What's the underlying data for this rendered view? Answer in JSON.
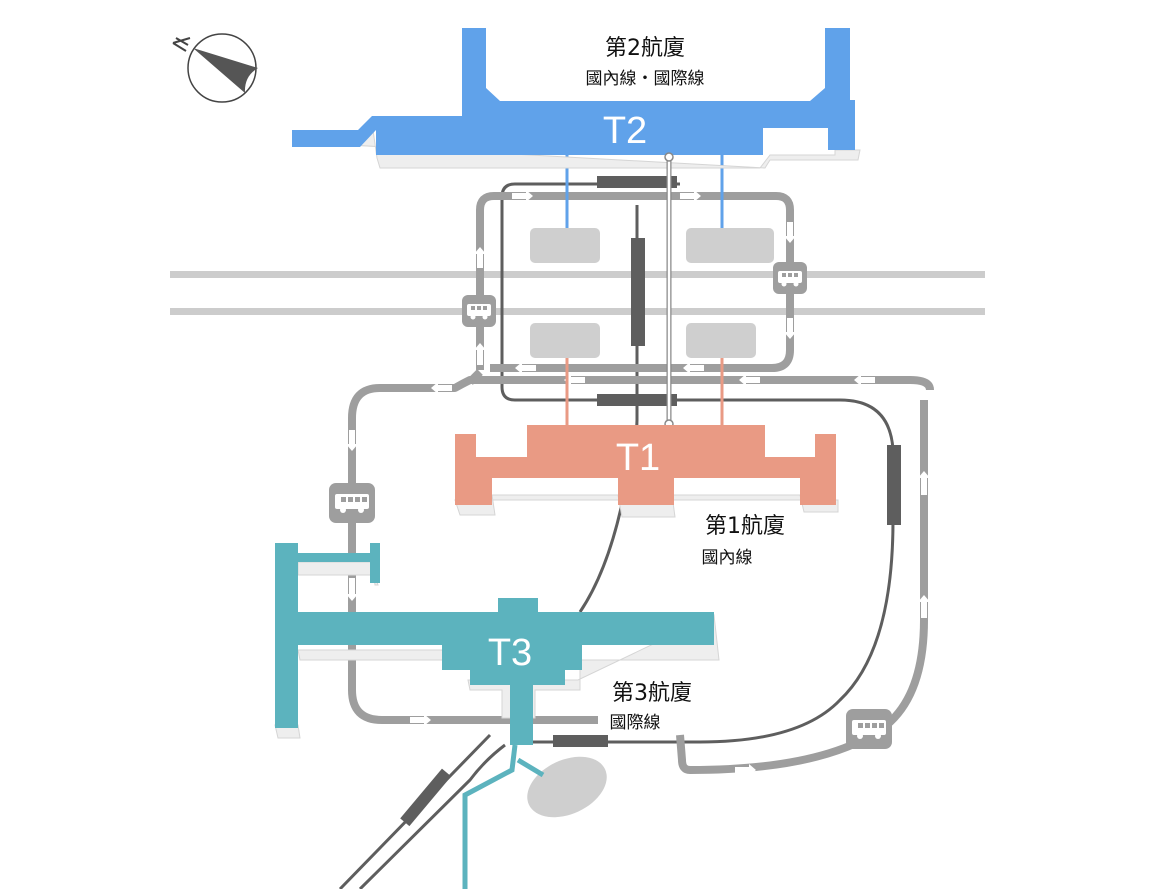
{
  "map": {
    "compass": {
      "north_label": "N",
      "icon": "north-arrow-icon"
    },
    "colors": {
      "t1": "#E99A84",
      "t2": "#60A2EA",
      "t3": "#5CB3BE",
      "bus_road": "#9E9E9E",
      "rail": "#5E5E5E",
      "highway": "#CCCCCC",
      "parking": "#CFCFCF",
      "monorail": "#FFFFFF"
    },
    "terminals": [
      {
        "id": "t2",
        "code": "T2",
        "name": "第2航廈",
        "service": "國內線・國際線"
      },
      {
        "id": "t1",
        "code": "T1",
        "name": "第1航廈",
        "service": "國內線"
      },
      {
        "id": "t3",
        "code": "T3",
        "name": "第3航廈",
        "service": "國際線"
      }
    ],
    "bus_stops": [
      {
        "icon": "bus-icon",
        "location": "left-loop"
      },
      {
        "icon": "bus-icon",
        "location": "right-loop"
      },
      {
        "icon": "bus-icon",
        "location": "west-road"
      },
      {
        "icon": "bus-icon",
        "location": "southeast-road"
      }
    ]
  }
}
